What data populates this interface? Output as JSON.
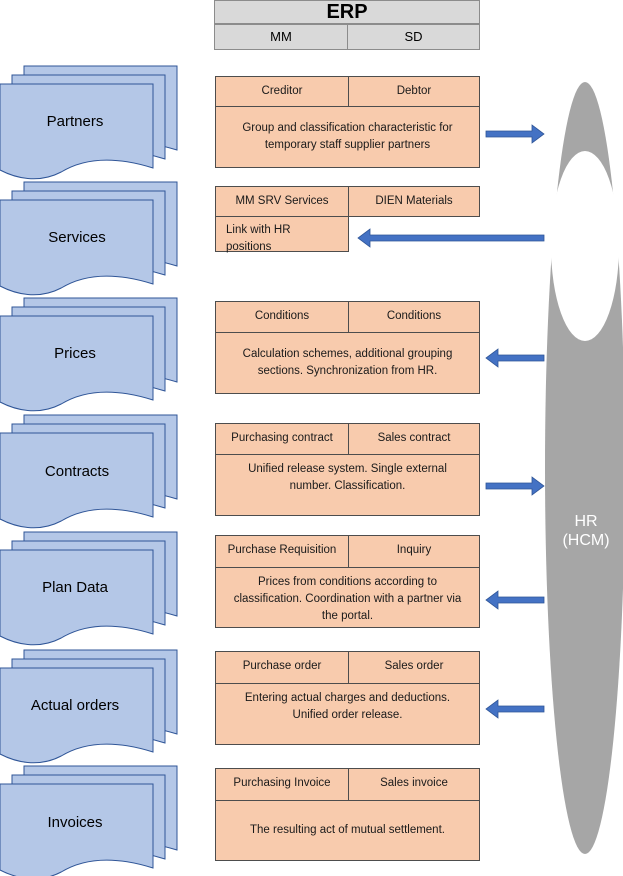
{
  "header": {
    "title": "ERP",
    "left_module": "MM",
    "right_module": "SD"
  },
  "hr": {
    "line1": "HR",
    "line2": "(HCM)"
  },
  "rows": [
    {
      "document": "Partners",
      "left": "Creditor",
      "right": "Debtor",
      "description": "Group and classification characteristic for temporary staff supplier partners",
      "arrow": "to-hr"
    },
    {
      "document": "Services",
      "left": "MM SRV Services",
      "right": "DIEN Materials",
      "description": "Link with HR positions",
      "arrow": "from-hr"
    },
    {
      "document": "Prices",
      "left": "Conditions",
      "right": "Conditions",
      "description": "Calculation schemes, additional grouping sections. Synchronization from HR.",
      "arrow": "from-hr"
    },
    {
      "document": "Contracts",
      "left": "Purchasing contract",
      "right": "Sales contract",
      "description": "Unified release system. Single external number. Classification.",
      "arrow": "to-hr"
    },
    {
      "document": "Plan Data",
      "left": "Purchase Requisition",
      "right": "Inquiry",
      "description": "Prices from conditions according to classification. Coordination with a partner via the portal.",
      "arrow": "from-hr"
    },
    {
      "document": "Actual orders",
      "left": "Purchase order",
      "right": "Sales order",
      "description": "Entering actual charges and deductions. Unified order release.",
      "arrow": "from-hr"
    },
    {
      "document": "Invoices",
      "left": "Purchasing Invoice",
      "right": "Sales invoice",
      "description": "The resulting act of mutual settlement.",
      "arrow": "none"
    }
  ],
  "colors": {
    "document_fill": "#b4c7e7",
    "document_stroke": "#2f5597",
    "cell_fill": "#f8cbad",
    "header_fill": "#d9d9d9",
    "arrow": "#4472c4",
    "hr_shape": "#a6a6a6"
  },
  "icons": [
    "document-stack-icon",
    "arrow-right-icon",
    "arrow-left-icon"
  ]
}
